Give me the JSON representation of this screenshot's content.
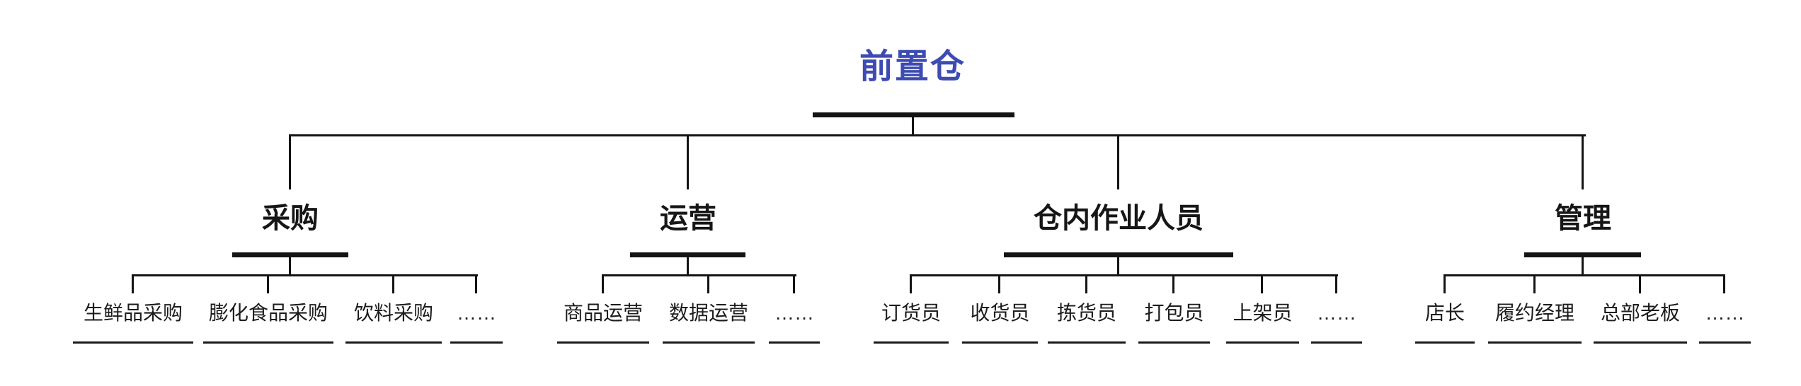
{
  "colors": {
    "background": "#ffffff",
    "root_title": "#3d4bb2",
    "text": "#1c1c1c",
    "line": "#141414"
  },
  "tree": {
    "root": {
      "label": "前置仓"
    },
    "branches": [
      {
        "label": "采购",
        "children": [
          "生鲜品采购",
          "膨化食品采购",
          "饮料采购",
          "……"
        ]
      },
      {
        "label": "运营",
        "children": [
          "商品运营",
          "数据运营",
          "……"
        ]
      },
      {
        "label": "仓内作业人员",
        "children": [
          "订货员",
          "收货员",
          "拣货员",
          "打包员",
          "上架员",
          "……"
        ]
      },
      {
        "label": "管理",
        "children": [
          "店长",
          "履约经理",
          "总部老板",
          "……"
        ]
      }
    ]
  }
}
